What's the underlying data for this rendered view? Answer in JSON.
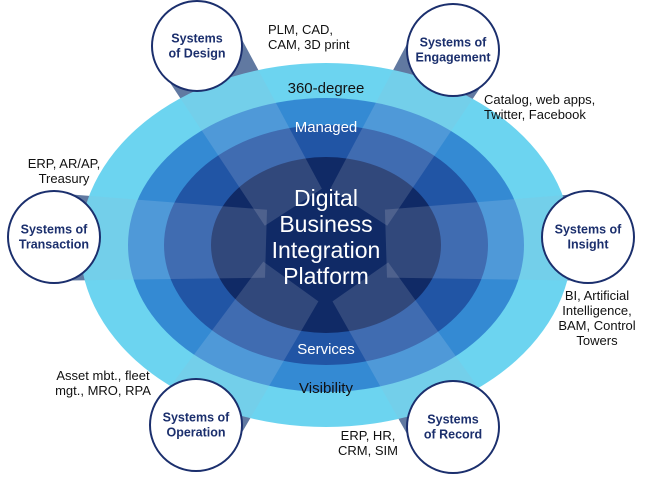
{
  "colors": {
    "outer_ring": "#5fd0ef",
    "mid_ring": "#2f82cf",
    "inner_ring": "#1f4fa0",
    "core": "#102a66",
    "node_border": "#1b2f6d",
    "node_text": "#1b2f6d",
    "beam": "#27487f",
    "label_text": "#111111"
  },
  "center": {
    "lines": [
      "Digital",
      "Business",
      "Integration",
      "Platform"
    ]
  },
  "rings": {
    "outer_top": "360-degree",
    "inner_top": "Managed",
    "inner_bottom": "Services",
    "outer_bottom": "Visibility"
  },
  "nodes": [
    {
      "id": "design",
      "title": [
        "Systems",
        "of Design"
      ],
      "description": [
        "PLM, CAD,",
        "CAM, 3D print"
      ]
    },
    {
      "id": "engagement",
      "title": [
        "Systems of",
        "Engagement"
      ],
      "description": [
        "Catalog, web apps,",
        "Twitter, Facebook"
      ]
    },
    {
      "id": "insight",
      "title": [
        "Systems of",
        "Insight"
      ],
      "description": [
        "BI, Artificial",
        "Intelligence,",
        "BAM, Control",
        "Towers"
      ]
    },
    {
      "id": "record",
      "title": [
        "Systems",
        "of Record"
      ],
      "description": [
        "ERP, HR,",
        "CRM, SIM"
      ]
    },
    {
      "id": "operation",
      "title": [
        "Systems of",
        "Operation"
      ],
      "description": [
        "Asset mbt., fleet",
        "mgt., MRO, RPA"
      ]
    },
    {
      "id": "transaction",
      "title": [
        "Systems of",
        "Transaction"
      ],
      "description": [
        "ERP, AR/AP,",
        "Treasury"
      ]
    }
  ]
}
